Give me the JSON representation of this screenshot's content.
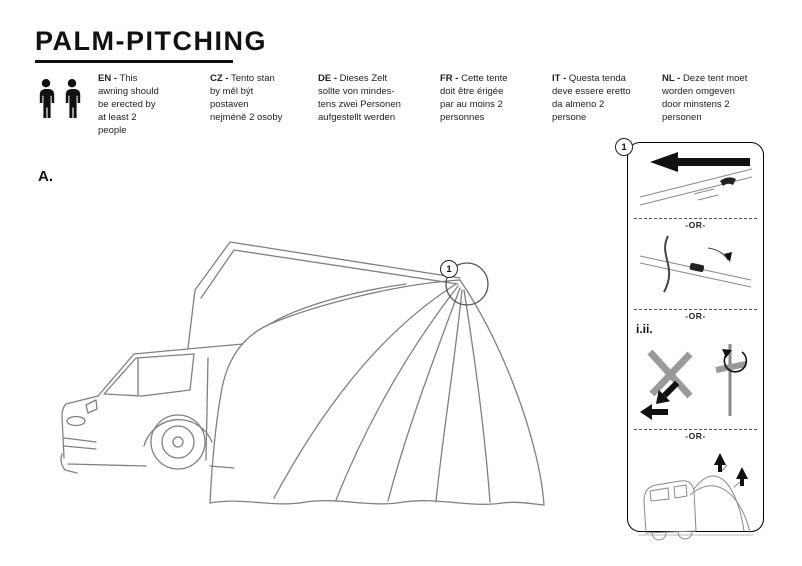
{
  "page": {
    "title": "PALM-PITCHING",
    "section_label": "A."
  },
  "languages": [
    {
      "code": "EN -",
      "text": "This\nawning should\nbe erected by\nat least 2\npeople"
    },
    {
      "code": "CZ -",
      "text": "Tento stan\nby měl být\npostaven\nnejméně 2 osoby"
    },
    {
      "code": "DE -",
      "text": "Dieses Zelt\nsollte von mindes-\ntens zwei Personen\naufgestellt werden"
    },
    {
      "code": "FR -",
      "text": "Cette tente\ndoit être érigée\npar au moins 2\npersonnes"
    },
    {
      "code": "IT -",
      "text": "Questa tenda\ndeve essere eretto\nda almeno 2\npersone"
    },
    {
      "code": "NL -",
      "text": "Deze tent moet\nworden omgeven\ndoor minstens 2\npersonen"
    }
  ],
  "annotations": {
    "step": "1",
    "substep": "i.ii.",
    "or": "-OR-"
  },
  "colors": {
    "ink": "#111111",
    "line_art": "#808080",
    "panel_border": "#000000"
  }
}
